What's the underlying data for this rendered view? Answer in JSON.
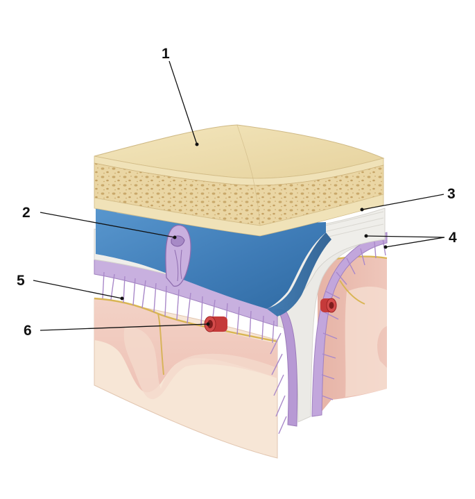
{
  "labels": [
    {
      "id": "1",
      "text": "1"
    },
    {
      "id": "2",
      "text": "2"
    },
    {
      "id": "3",
      "text": "3"
    },
    {
      "id": "4",
      "text": "4"
    },
    {
      "id": "5",
      "text": "5"
    },
    {
      "id": "6",
      "text": "6"
    }
  ],
  "colors": {
    "bone_top": "#ecdcae",
    "bone_spongy": "#e8d3a0",
    "dura": "#eeeeec",
    "sinus_blue": "#3f7fb8",
    "arachnoid_purple": "#b79bd0",
    "cortex_pink": "#efc8be",
    "white_matter": "#f6e4d4",
    "pia_line": "#d8b45a",
    "vessel_red": "#c93a3a"
  }
}
